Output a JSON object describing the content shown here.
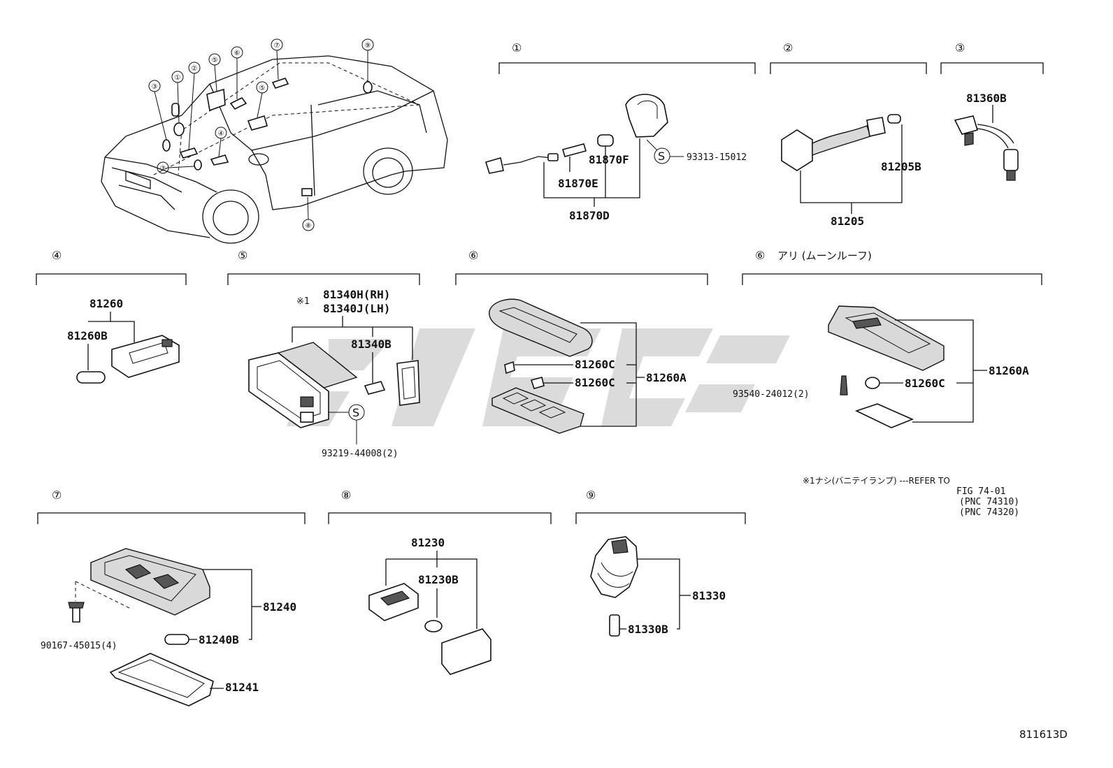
{
  "sections": {
    "s1": {
      "marker": "①",
      "parts": {
        "socket_wire": "81870D",
        "bulb": "81870E",
        "lamp_assy": "81870F",
        "screw": "93313-15012"
      }
    },
    "s2": {
      "marker": "②",
      "parts": {
        "assy": "81205",
        "bulb": "81205B"
      }
    },
    "s3": {
      "marker": "③",
      "parts": {
        "socket": "81360B"
      }
    },
    "s4": {
      "marker": "④",
      "parts": {
        "assy": "81260",
        "bulb": "81260B"
      }
    },
    "s5": {
      "marker": "⑤",
      "note_mark": "※1",
      "parts": {
        "mirror_rh": "81340H(RH)",
        "mirror_lh": "81340J(LH)",
        "bulb": "81340B",
        "screw": "93219-44008(2)"
      }
    },
    "s6": {
      "marker": "⑥",
      "parts": {
        "assy": "81260A",
        "bulb_1": "81260C",
        "bulb_2": "81260C"
      }
    },
    "s6b": {
      "marker": "⑥",
      "caption": "アリ (ムーンルーフ)",
      "parts": {
        "assy": "81260A",
        "bulb": "81260C",
        "screw": "93540-24012(2)"
      }
    },
    "s7": {
      "marker": "⑦",
      "parts": {
        "assy": "81240",
        "bulb": "81240B",
        "lens": "81241",
        "screw": "90167-45015(4)"
      }
    },
    "s8": {
      "marker": "⑧",
      "parts": {
        "assy": "81230",
        "bulb": "81230B"
      }
    },
    "s9": {
      "marker": "⑨",
      "parts": {
        "assy": "81330",
        "bulb": "81330B"
      }
    }
  },
  "car_callouts": [
    "①",
    "②",
    "③",
    "③",
    "④",
    "⑤",
    "⑤",
    "⑥",
    "⑦",
    "⑧",
    "⑨"
  ],
  "footnote": {
    "line1": "※1ナシ(バニテイランプ) ---REFER TO",
    "line2": "FIG 74-01",
    "line3": "(PNC 74310)",
    "line4": "(PNC 74320)"
  },
  "figure_id": "811613D"
}
